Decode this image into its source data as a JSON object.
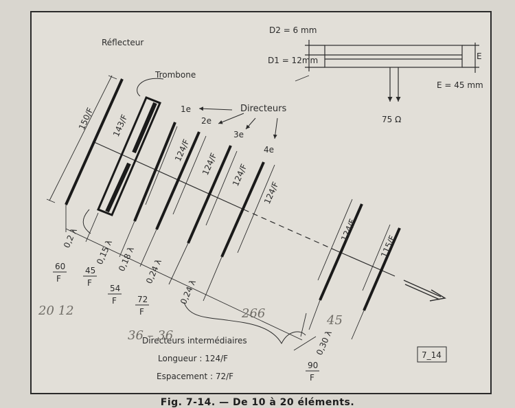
{
  "labels": {
    "reflecteur": "Réflecteur",
    "trombone": "Trombone",
    "directeurs": "Directeurs",
    "dir1": "1e",
    "dir2": "2e",
    "dir3": "3e",
    "dir4": "4e",
    "len_reflector": "150/F",
    "len_trombone": "143/F",
    "len_dir": "124/F",
    "len_last": "115/F",
    "sp_02": "0,2 λ",
    "sp_015": "0,15 λ",
    "sp_018": "0,18 λ",
    "sp_024a": "0,24 λ",
    "sp_024b": "0,24 λ",
    "sp_030": "0,30 λ",
    "frac_60": {
      "num": "60",
      "den": "F"
    },
    "frac_45": {
      "num": "45",
      "den": "F"
    },
    "frac_54": {
      "num": "54",
      "den": "F"
    },
    "frac_72": {
      "num": "72",
      "den": "F"
    },
    "frac_90": {
      "num": "90",
      "den": "F"
    },
    "intermediaires": "Directeurs intermédiaires",
    "longueur": "Longueur : 124/F",
    "espacement": "Espacement : 72/F",
    "d2": "D2 = 6 mm",
    "d1": "D1 = 12mm",
    "e": "E",
    "e_val": "E = 45 mm",
    "ohms": "75 Ω",
    "ref": "7_14",
    "hand_1": "20 12",
    "hand_2": "36 – 36",
    "hand_3": "266",
    "hand_4": "45"
  },
  "caption": "Fig. 7-14. — De 10 à 20 éléments."
}
